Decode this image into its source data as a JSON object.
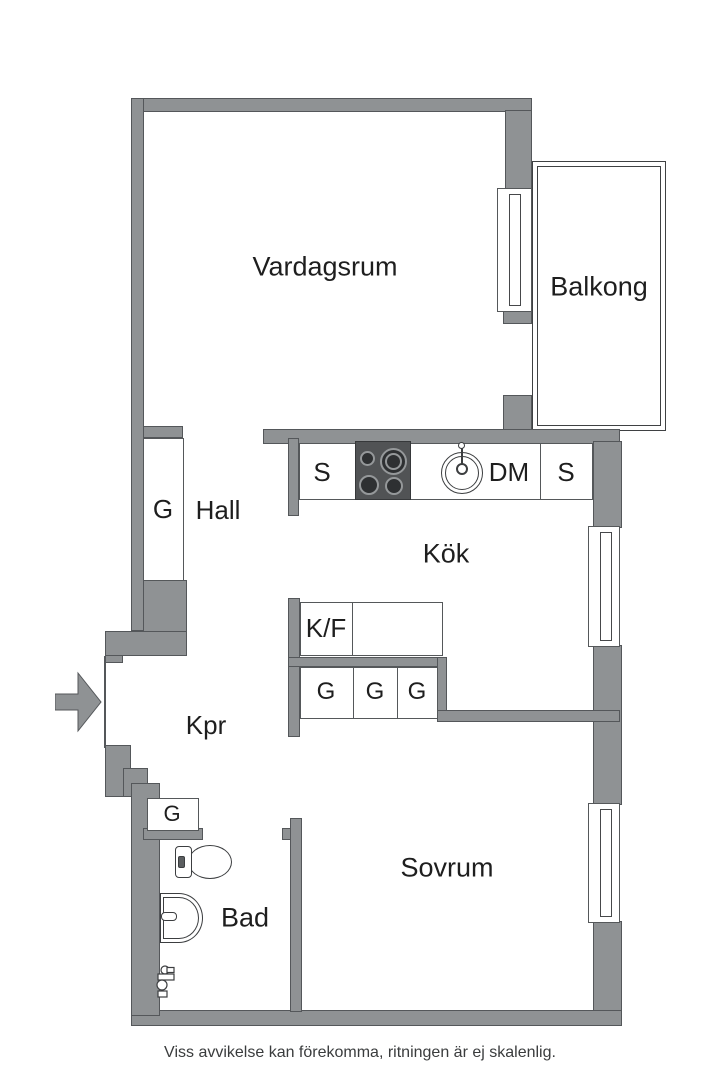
{
  "rooms": {
    "vardagsrum": {
      "label": "Vardagsrum"
    },
    "balkong": {
      "label": "Balkong"
    },
    "hall": {
      "label": "Hall"
    },
    "kok": {
      "label": "Kök"
    },
    "kpr": {
      "label": "Kpr"
    },
    "bad": {
      "label": "Bad"
    },
    "sovrum": {
      "label": "Sovrum"
    }
  },
  "kitchen_counter": {
    "cabinet_left": "S",
    "dishwasher": "DM",
    "cabinet_right": "S"
  },
  "storage": {
    "hall_wardrobe": "G",
    "kpr_wardrobe": "G",
    "fridge_freezer": "K/F",
    "wardrobe_row": [
      "G",
      "G",
      "G"
    ]
  },
  "footer": {
    "disclaimer": "Viss avvikelse kan förekomma, ritningen är ej skalenlig."
  },
  "colors": {
    "wall_fill": "#8f9294",
    "wall_outline": "#54575a",
    "fixture_outline": "#3c3e40",
    "stove_fill": "#515355",
    "text": "#1e1e1e"
  }
}
